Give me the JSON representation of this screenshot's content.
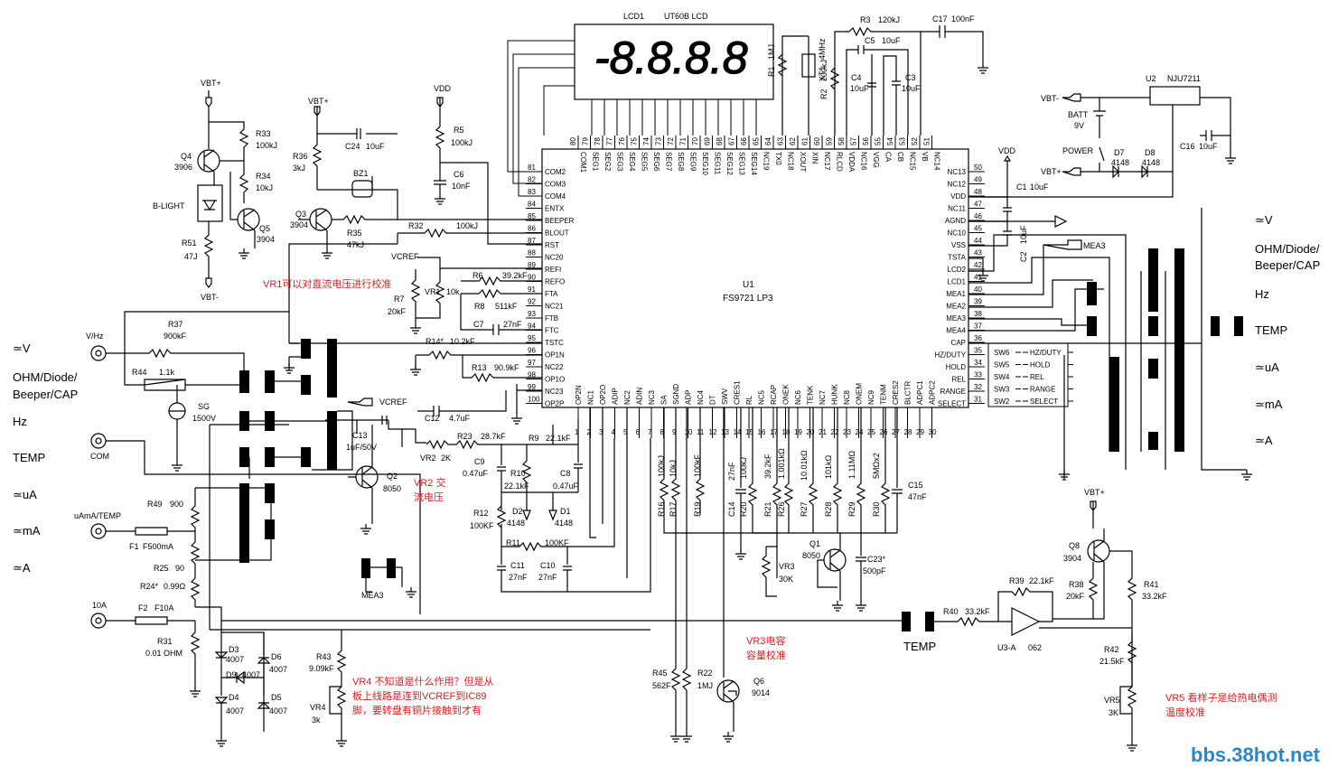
{
  "chip": {
    "ref": "U1",
    "part": "FS9721 LP3",
    "top_pins": [
      {
        "num": "80",
        "name": "COM1"
      },
      {
        "num": "79",
        "name": "SEG1"
      },
      {
        "num": "78",
        "name": "SEG2"
      },
      {
        "num": "77",
        "name": "SEG3"
      },
      {
        "num": "76",
        "name": "SEG4"
      },
      {
        "num": "75",
        "name": "SEG5"
      },
      {
        "num": "74",
        "name": "SEG6"
      },
      {
        "num": "73",
        "name": "SEG7"
      },
      {
        "num": "72",
        "name": "SEG8"
      },
      {
        "num": "71",
        "name": "SEG9"
      },
      {
        "num": "70",
        "name": "SEG10"
      },
      {
        "num": "69",
        "name": "SEG11"
      },
      {
        "num": "68",
        "name": "SEG12"
      },
      {
        "num": "67",
        "name": "SEG13"
      },
      {
        "num": "66",
        "name": "SEG14"
      },
      {
        "num": "65",
        "name": "NC19"
      },
      {
        "num": "64",
        "name": "TX0"
      },
      {
        "num": "63",
        "name": "NC18"
      },
      {
        "num": "62",
        "name": "XOUT"
      },
      {
        "num": "61",
        "name": "XIN"
      },
      {
        "num": "60",
        "name": "NC17"
      },
      {
        "num": "59",
        "name": "RLCD"
      },
      {
        "num": "58",
        "name": "VDDA"
      },
      {
        "num": "57",
        "name": "NC16"
      },
      {
        "num": "56",
        "name": "VGG"
      },
      {
        "num": "55",
        "name": "CA"
      },
      {
        "num": "54",
        "name": "CB"
      },
      {
        "num": "53",
        "name": "NC15"
      },
      {
        "num": "52",
        "name": "VB"
      },
      {
        "num": "51",
        "name": "NC14"
      }
    ],
    "left_pins": [
      {
        "num": "81",
        "name": "COM2"
      },
      {
        "num": "82",
        "name": "COM3"
      },
      {
        "num": "83",
        "name": "COM4"
      },
      {
        "num": "84",
        "name": "ENTX"
      },
      {
        "num": "85",
        "name": "BEEPER"
      },
      {
        "num": "86",
        "name": "BLOUT"
      },
      {
        "num": "87",
        "name": "RST"
      },
      {
        "num": "88",
        "name": "NC20"
      },
      {
        "num": "89",
        "name": "REFI"
      },
      {
        "num": "90",
        "name": "REFO"
      },
      {
        "num": "91",
        "name": "FTA"
      },
      {
        "num": "92",
        "name": "NC21"
      },
      {
        "num": "93",
        "name": "FTB"
      },
      {
        "num": "94",
        "name": "FTC"
      },
      {
        "num": "95",
        "name": "TSTC"
      },
      {
        "num": "96",
        "name": "OP1N"
      },
      {
        "num": "97",
        "name": "NC22"
      },
      {
        "num": "98",
        "name": "OP1O"
      },
      {
        "num": "99",
        "name": "NC23"
      },
      {
        "num": "100",
        "name": "OP2P"
      }
    ],
    "right_pins": [
      {
        "num": "50",
        "name": "NC13"
      },
      {
        "num": "49",
        "name": "NC12"
      },
      {
        "num": "48",
        "name": "VDD"
      },
      {
        "num": "47",
        "name": "NC11"
      },
      {
        "num": "46",
        "name": "AGND"
      },
      {
        "num": "45",
        "name": "NC10"
      },
      {
        "num": "44",
        "name": "VSS"
      },
      {
        "num": "43",
        "name": "TSTA"
      },
      {
        "num": "42",
        "name": "LCD2"
      },
      {
        "num": "41",
        "name": "LCD1"
      },
      {
        "num": "40",
        "name": "MEA1"
      },
      {
        "num": "39",
        "name": "MEA2"
      },
      {
        "num": "38",
        "name": "MEA3"
      },
      {
        "num": "37",
        "name": "MEA4"
      },
      {
        "num": "36",
        "name": "CAP"
      },
      {
        "num": "35",
        "name": "HZ/DUTY"
      },
      {
        "num": "34",
        "name": "HOLD"
      },
      {
        "num": "33",
        "name": "REL"
      },
      {
        "num": "32",
        "name": "RANGE"
      },
      {
        "num": "31",
        "name": "SELECT"
      }
    ],
    "bottom_pins": [
      {
        "num": "1",
        "name": "OP2N"
      },
      {
        "num": "2",
        "name": "NC1"
      },
      {
        "num": "3",
        "name": "OP2O"
      },
      {
        "num": "4",
        "name": "ADIP"
      },
      {
        "num": "5",
        "name": "NC2"
      },
      {
        "num": "6",
        "name": "ADIN"
      },
      {
        "num": "7",
        "name": "NC3"
      },
      {
        "num": "8",
        "name": "SA"
      },
      {
        "num": "9",
        "name": "SGND"
      },
      {
        "num": "10",
        "name": "ADP"
      },
      {
        "num": "11",
        "name": "NC4"
      },
      {
        "num": "12",
        "name": "DT"
      },
      {
        "num": "13",
        "name": "SWV"
      },
      {
        "num": "14",
        "name": "CRES1"
      },
      {
        "num": "15",
        "name": "RL"
      },
      {
        "num": "16",
        "name": "NC5"
      },
      {
        "num": "17",
        "name": "RCAP"
      },
      {
        "num": "18",
        "name": "ONEK"
      },
      {
        "num": "19",
        "name": "NC6"
      },
      {
        "num": "20",
        "name": "TENK"
      },
      {
        "num": "21",
        "name": "NC7"
      },
      {
        "num": "22",
        "name": "HUNK"
      },
      {
        "num": "23",
        "name": "NC8"
      },
      {
        "num": "24",
        "name": "ONEM"
      },
      {
        "num": "25",
        "name": "NC9"
      },
      {
        "num": "26",
        "name": "TENM"
      },
      {
        "num": "27",
        "name": "CRES2"
      },
      {
        "num": "28",
        "name": "BLCTR"
      },
      {
        "num": "29",
        "name": "ADPC1"
      },
      {
        "num": "30",
        "name": "ADPC2"
      }
    ]
  },
  "lcd": {
    "ref": "LCD1",
    "part": "UT60B LCD",
    "digits": "-8.8.8.8"
  },
  "components": {
    "r33": {
      "ref": "R33",
      "val": "100kJ"
    },
    "r34": {
      "ref": "R34",
      "val": "10kJ"
    },
    "q4": {
      "ref": "Q4",
      "val": "3906"
    },
    "q5": {
      "ref": "Q5",
      "val": "3904"
    },
    "r51": {
      "ref": "R51",
      "val": "47J"
    },
    "blight": "B-LIGHT",
    "r36": {
      "ref": "R36",
      "val": "3kJ"
    },
    "q3": {
      "ref": "Q3",
      "val": "3904"
    },
    "r35": {
      "ref": "R35",
      "val": "47kJ"
    },
    "bz1": "BZ1",
    "c24": {
      "ref": "C24",
      "val": "10uF"
    },
    "r5": {
      "ref": "R5",
      "val": "100kJ"
    },
    "c6": {
      "ref": "C6",
      "val": "10nF"
    },
    "r32": {
      "ref": "R32",
      "val": "100kJ"
    },
    "r6": {
      "ref": "R6",
      "val": "39.2kF"
    },
    "vr1": {
      "ref": "VR1",
      "val": "10k"
    },
    "r7": {
      "ref": "R7",
      "val": "20kF"
    },
    "r8": {
      "ref": "R8",
      "val": "511kF"
    },
    "c7": {
      "ref": "C7",
      "val": "27nF"
    },
    "r14": {
      "ref": "R14*",
      "val": "10.2kF"
    },
    "r13": {
      "ref": "R13",
      "val": "90.9kF"
    },
    "c12": {
      "ref": "C12",
      "val": "4.7uF"
    },
    "r37": {
      "ref": "R37",
      "val": "900kF"
    },
    "r44": {
      "ref": "R44",
      "val": "1.1k"
    },
    "sg": {
      "ref": "SG",
      "val": "1500V"
    },
    "c13": {
      "ref": "C13",
      "val": "1uF/50V"
    },
    "q2": {
      "ref": "Q2",
      "val": "8050"
    },
    "vr2": {
      "ref": "VR2",
      "val": "2K"
    },
    "r23": {
      "ref": "R23",
      "val": "28.7kF"
    },
    "r9": {
      "ref": "R9",
      "val": "22.1kF"
    },
    "c9": {
      "ref": "C9",
      "val": "0.47uF"
    },
    "r10": {
      "ref": "R10",
      "val": "22.1kF"
    },
    "c8": {
      "ref": "C8",
      "val": "0.47uF"
    },
    "d2": {
      "ref": "D2",
      "val": "4148"
    },
    "d1": {
      "ref": "D1",
      "val": "4148"
    },
    "r12": {
      "ref": "R12",
      "val": "100KF"
    },
    "r11": {
      "ref": "R11",
      "val": "100KF"
    },
    "c11": {
      "ref": "C11",
      "val": "27nF"
    },
    "c10": {
      "ref": "C10",
      "val": "27nF"
    },
    "r49": {
      "ref": "R49",
      "val": "900"
    },
    "f1": {
      "ref": "F1",
      "val": "F500mA"
    },
    "r25": {
      "ref": "R25",
      "val": "90"
    },
    "r24": {
      "ref": "R24*",
      "val": "0.99Ω"
    },
    "f2": {
      "ref": "F2",
      "val": "F10A"
    },
    "r31": {
      "ref": "R31",
      "val": "0.01 OHM"
    },
    "d3": {
      "ref": "D3",
      "val": "4007"
    },
    "d6": {
      "ref": "D6",
      "val": "4007"
    },
    "d9": {
      "ref": "D9",
      "val": "4007"
    },
    "d4": {
      "ref": "D4",
      "val": "4007"
    },
    "d5": {
      "ref": "D5",
      "val": "4007"
    },
    "r43": {
      "ref": "R43",
      "val": "9.09kF"
    },
    "vr4": {
      "ref": "VR4",
      "val": "3k"
    },
    "r16": {
      "ref": "R16",
      "val": "100kJ"
    },
    "r17": {
      "ref": "R17",
      "val": "10kJ"
    },
    "r19": {
      "ref": "R19",
      "val": "100kF"
    },
    "c14": {
      "ref": "C14",
      "val": "27nF"
    },
    "r20": {
      "ref": "R20",
      "val": "100kJ"
    },
    "r21": {
      "ref": "R21",
      "val": "39.2kF"
    },
    "r26": {
      "ref": "R26",
      "val": "1.001kΩ"
    },
    "r27": {
      "ref": "R27",
      "val": "10.01kΩ"
    },
    "r28": {
      "ref": "R28",
      "val": "101kΩ"
    },
    "r29": {
      "ref": "R29",
      "val": "1.11MΩ"
    },
    "r30": {
      "ref": "R30",
      "val": "5MΩx2"
    },
    "c15": {
      "ref": "C15",
      "val": "47nF"
    },
    "q1": {
      "ref": "Q1",
      "val": "8050"
    },
    "c23": {
      "ref": "C23*",
      "val": "500pF"
    },
    "vr3": {
      "ref": "VR3",
      "val": "30K"
    },
    "r45": {
      "ref": "R45",
      "val": "562F"
    },
    "r22": {
      "ref": "R22",
      "val": "1MJ"
    },
    "q6": {
      "ref": "Q6",
      "val": "9014"
    },
    "r1": {
      "ref": "R1",
      "val": "1MJ"
    },
    "xt1": {
      "ref": "XT1",
      "val": "4MHz"
    },
    "r2": {
      "ref": "R2",
      "val": "200kJ"
    },
    "r3": {
      "ref": "R3",
      "val": "120kJ"
    },
    "c17": {
      "ref": "C17",
      "val": "100nF"
    },
    "c5": {
      "ref": "C5",
      "val": "10uF"
    },
    "c4": {
      "ref": "C4",
      "val": "10uF"
    },
    "c3": {
      "ref": "C3",
      "val": "10uF"
    },
    "u2": {
      "ref": "U2",
      "val": "NJU7211"
    },
    "batt": {
      "ref": "BATT",
      "val": "9V"
    },
    "power": "POWER",
    "d7": {
      "ref": "D7",
      "val": "4148"
    },
    "d8": {
      "ref": "D8",
      "val": "4148"
    },
    "c16": {
      "ref": "C16",
      "val": "10uF"
    },
    "c1": {
      "ref": "C1",
      "val": "10uF"
    },
    "c2": {
      "ref": "C2",
      "val": "10uF"
    },
    "q8": {
      "ref": "Q8",
      "val": "3904"
    },
    "r38": {
      "ref": "R38",
      "val": "20kF"
    },
    "r39": {
      "ref": "R39",
      "val": "22.1kF"
    },
    "r41": {
      "ref": "R41",
      "val": "33.2kF"
    },
    "r40": {
      "ref": "R40",
      "val": "33.2kF"
    },
    "u3": {
      "ref": "U3-A",
      "val": "062"
    },
    "r42": {
      "ref": "R42",
      "val": "21.5kF"
    },
    "vr5": {
      "ref": "VR5",
      "val": "3K"
    },
    "mea3": "MEA3",
    "temp": "TEMP"
  },
  "rails": {
    "vbt_plus": "VBT+",
    "vbt_minus": "VBT-",
    "vdd": "VDD",
    "vcref": "VCREF"
  },
  "switches": [
    {
      "ref": "SW6",
      "label": "HZ/DUTY"
    },
    {
      "ref": "SW5",
      "label": "HOLD"
    },
    {
      "ref": "SW4",
      "label": "REL"
    },
    {
      "ref": "SW3",
      "label": "RANGE"
    },
    {
      "ref": "SW2",
      "label": "SELECT"
    }
  ],
  "left_terminals": {
    "vhz": "V/Hz",
    "com": "COM",
    "uamatemp": "uAmA/TEMP",
    "ten_a": "10A",
    "functions": [
      "≃V",
      "OHM/Diode/",
      "Beeper/CAP",
      "Hz",
      "TEMP",
      "≃uA",
      "≃mA",
      "≃A"
    ]
  },
  "right_functions": [
    "≃V",
    "OHM/Diode/",
    "Beeper/CAP",
    "Hz",
    "TEMP",
    "≃uA",
    "≃mA",
    "≃A"
  ],
  "notes": {
    "vr1": "VR1可以对直流电压进行校准",
    "vr2_a": "VR2 交",
    "vr2_b": "流电压",
    "vr3_a": "VR3电容",
    "vr3_b": "容量校准",
    "vr4_a": "VR4 不知道是什么作用？但是从",
    "vr4_b": "板上线路是连到VCREF到IC89",
    "vr4_c": "脚，要转盘有铜片接触到才有",
    "vr5_a": "VR5 看样子是给热电偶测",
    "vr5_b": "温度校准"
  },
  "watermark": "bbs.38hot.net"
}
